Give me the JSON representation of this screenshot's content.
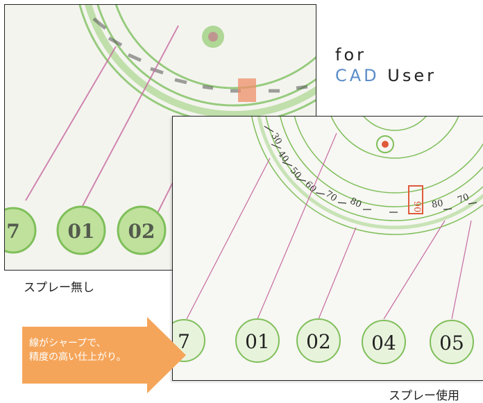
{
  "heading": {
    "line1": "for",
    "cad": "CAD",
    "user": "User"
  },
  "caption_before": "スプレー無し",
  "caption_after": "スプレー使用",
  "callout": {
    "line1": "線がシャープで、",
    "line2": "精度の高い仕上がり。"
  },
  "before_labels": [
    "7",
    "01",
    "02"
  ],
  "after_labels": [
    "7",
    "01",
    "02",
    "04",
    "05"
  ],
  "dial_ticks": [
    "30",
    "40",
    "50",
    "60",
    "70",
    "80",
    "90",
    "80",
    "70"
  ],
  "colors": {
    "accent": "#5b8cc9",
    "callout": "#f5a55a",
    "drawing_green": "#7fbf5a",
    "leader_line": "#c66aa0"
  }
}
